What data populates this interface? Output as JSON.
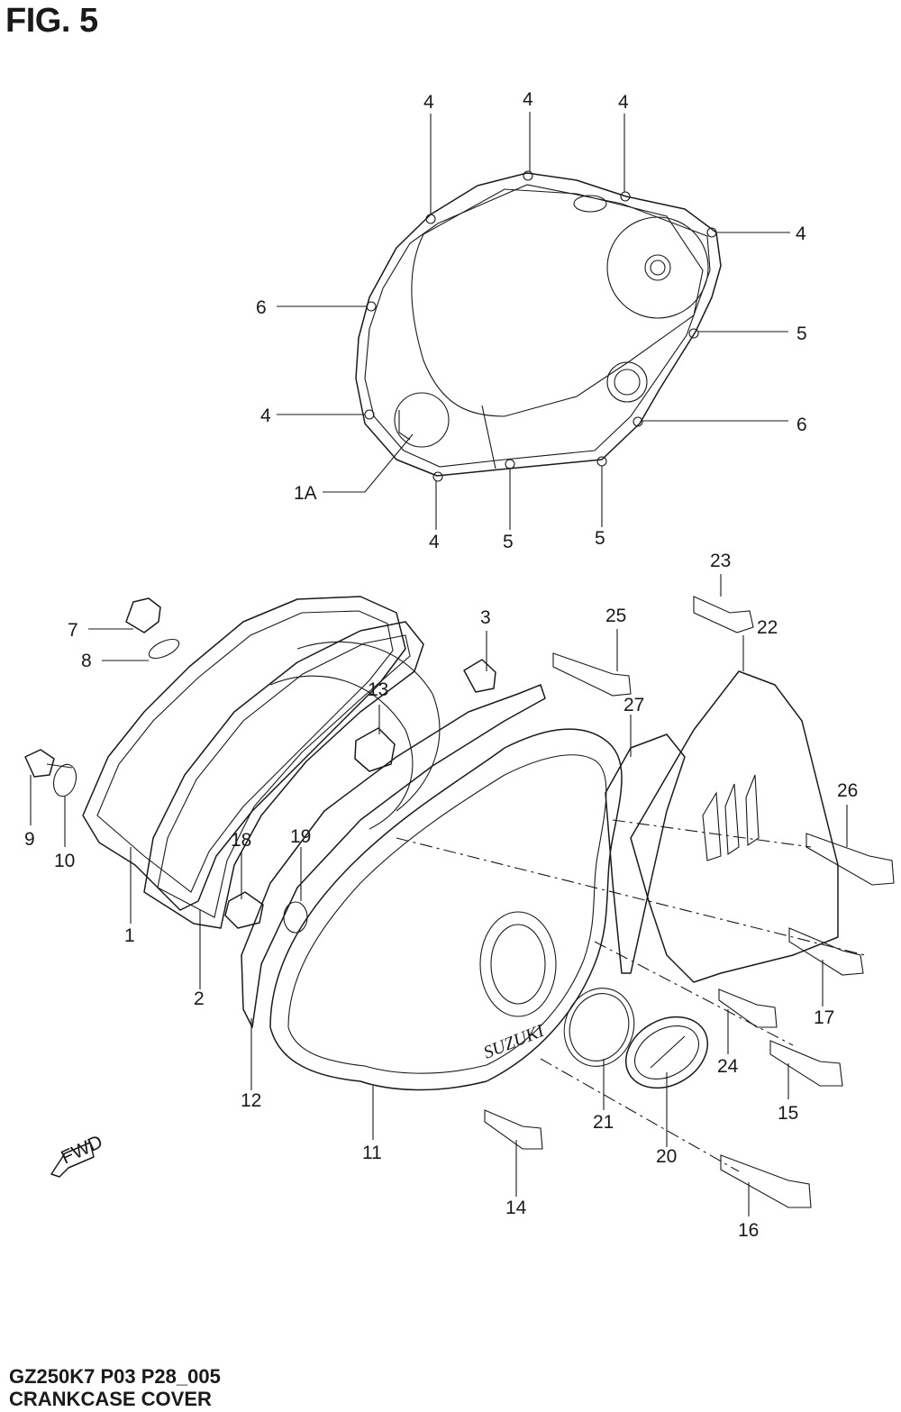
{
  "figure": {
    "title": "FIG. 5"
  },
  "footer": {
    "code": "GZ250K7 P03 P28_005",
    "name": "CRANKCASE COVER"
  },
  "fwd_arrow": {
    "text": "FWD"
  },
  "callouts": {
    "c4a": "4",
    "c4b": "4",
    "c4c": "4",
    "c4d": "4",
    "c4e": "4",
    "c4f": "4",
    "c6a": "6",
    "c6b": "6",
    "c5a": "5",
    "c5b": "5",
    "c5c": "5",
    "c1A": "1A",
    "c7": "7",
    "c8": "8",
    "c9": "9",
    "c10": "10",
    "c1": "1",
    "c2": "2",
    "c3": "3",
    "c13": "13",
    "c18": "18",
    "c19": "19",
    "c11": "11",
    "c12": "12",
    "c14": "14",
    "c20": "20",
    "c21": "21",
    "c22": "22",
    "c23": "23",
    "c25": "25",
    "c27": "27",
    "c26": "26",
    "c17": "17",
    "c24": "24",
    "c15": "15",
    "c16": "16"
  }
}
